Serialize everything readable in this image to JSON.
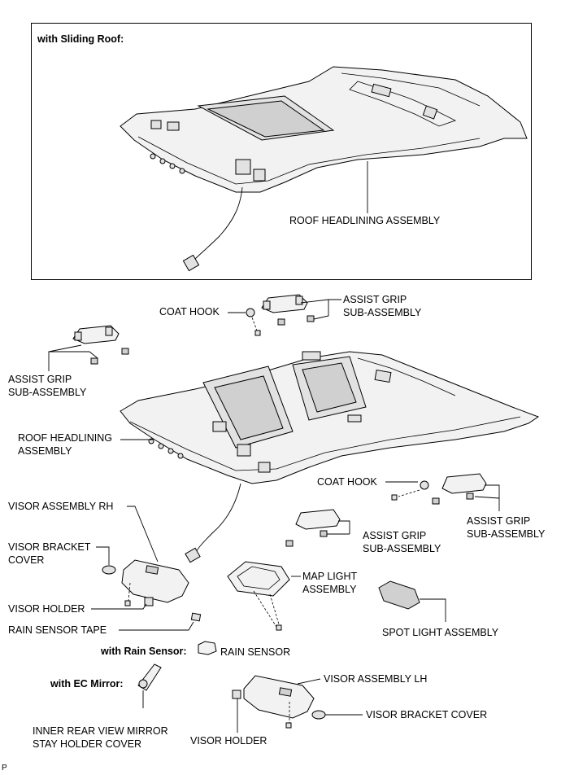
{
  "inset": {
    "title": "with Sliding Roof:"
  },
  "labels": {
    "roof_headlining_top": "ROOF HEADLINING ASSEMBLY",
    "coat_hook_top": "COAT HOOK",
    "assist_grip_top_l1": "ASSIST GRIP",
    "assist_grip_top_l2": "SUB-ASSEMBLY",
    "assist_grip_left_l1": "ASSIST GRIP",
    "assist_grip_left_l2": "SUB-ASSEMBLY",
    "roof_headlining_l1": "ROOF HEADLINING",
    "roof_headlining_l2": "ASSEMBLY",
    "coat_hook_right": "COAT HOOK",
    "assist_grip_right_l1": "ASSIST GRIP",
    "assist_grip_right_l2": "SUB-ASSEMBLY",
    "assist_grip_mid_l1": "ASSIST GRIP",
    "assist_grip_mid_l2": "SUB-ASSEMBLY",
    "visor_assembly_rh": "VISOR ASSEMBLY RH",
    "visor_bracket_cover_l1": "VISOR BRACKET",
    "visor_bracket_cover_l2": "COVER",
    "visor_holder_left": "VISOR HOLDER",
    "rain_sensor_tape": "RAIN SENSOR TAPE",
    "with_rain_sensor": "with Rain Sensor:",
    "rain_sensor": "RAIN SENSOR",
    "with_ec_mirror": "with EC Mirror:",
    "inner_mirror_l1": "INNER REAR VIEW MIRROR",
    "inner_mirror_l2": "STAY HOLDER COVER",
    "visor_holder_bottom": "VISOR HOLDER",
    "visor_assembly_lh": "VISOR ASSEMBLY LH",
    "visor_bracket_cover_right": "VISOR BRACKET COVER",
    "map_light_l1": "MAP LIGHT",
    "map_light_l2": "ASSEMBLY",
    "spot_light": "SPOT LIGHT ASSEMBLY",
    "corner_mark": "P"
  }
}
